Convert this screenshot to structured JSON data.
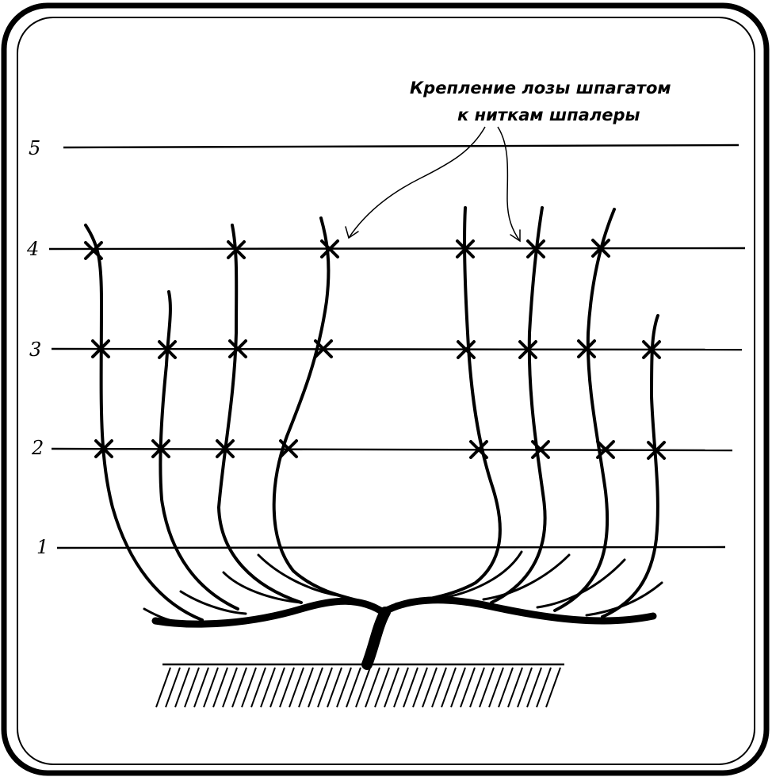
{
  "annotation": {
    "line1": "Крепление лозы шпагатом",
    "line2": "к ниткам шпалеры"
  },
  "wires": [
    {
      "label": "5"
    },
    {
      "label": "4"
    },
    {
      "label": "3"
    },
    {
      "label": "2"
    },
    {
      "label": "1"
    }
  ],
  "colors": {
    "ink": "#000000",
    "paper": "#ffffff"
  }
}
